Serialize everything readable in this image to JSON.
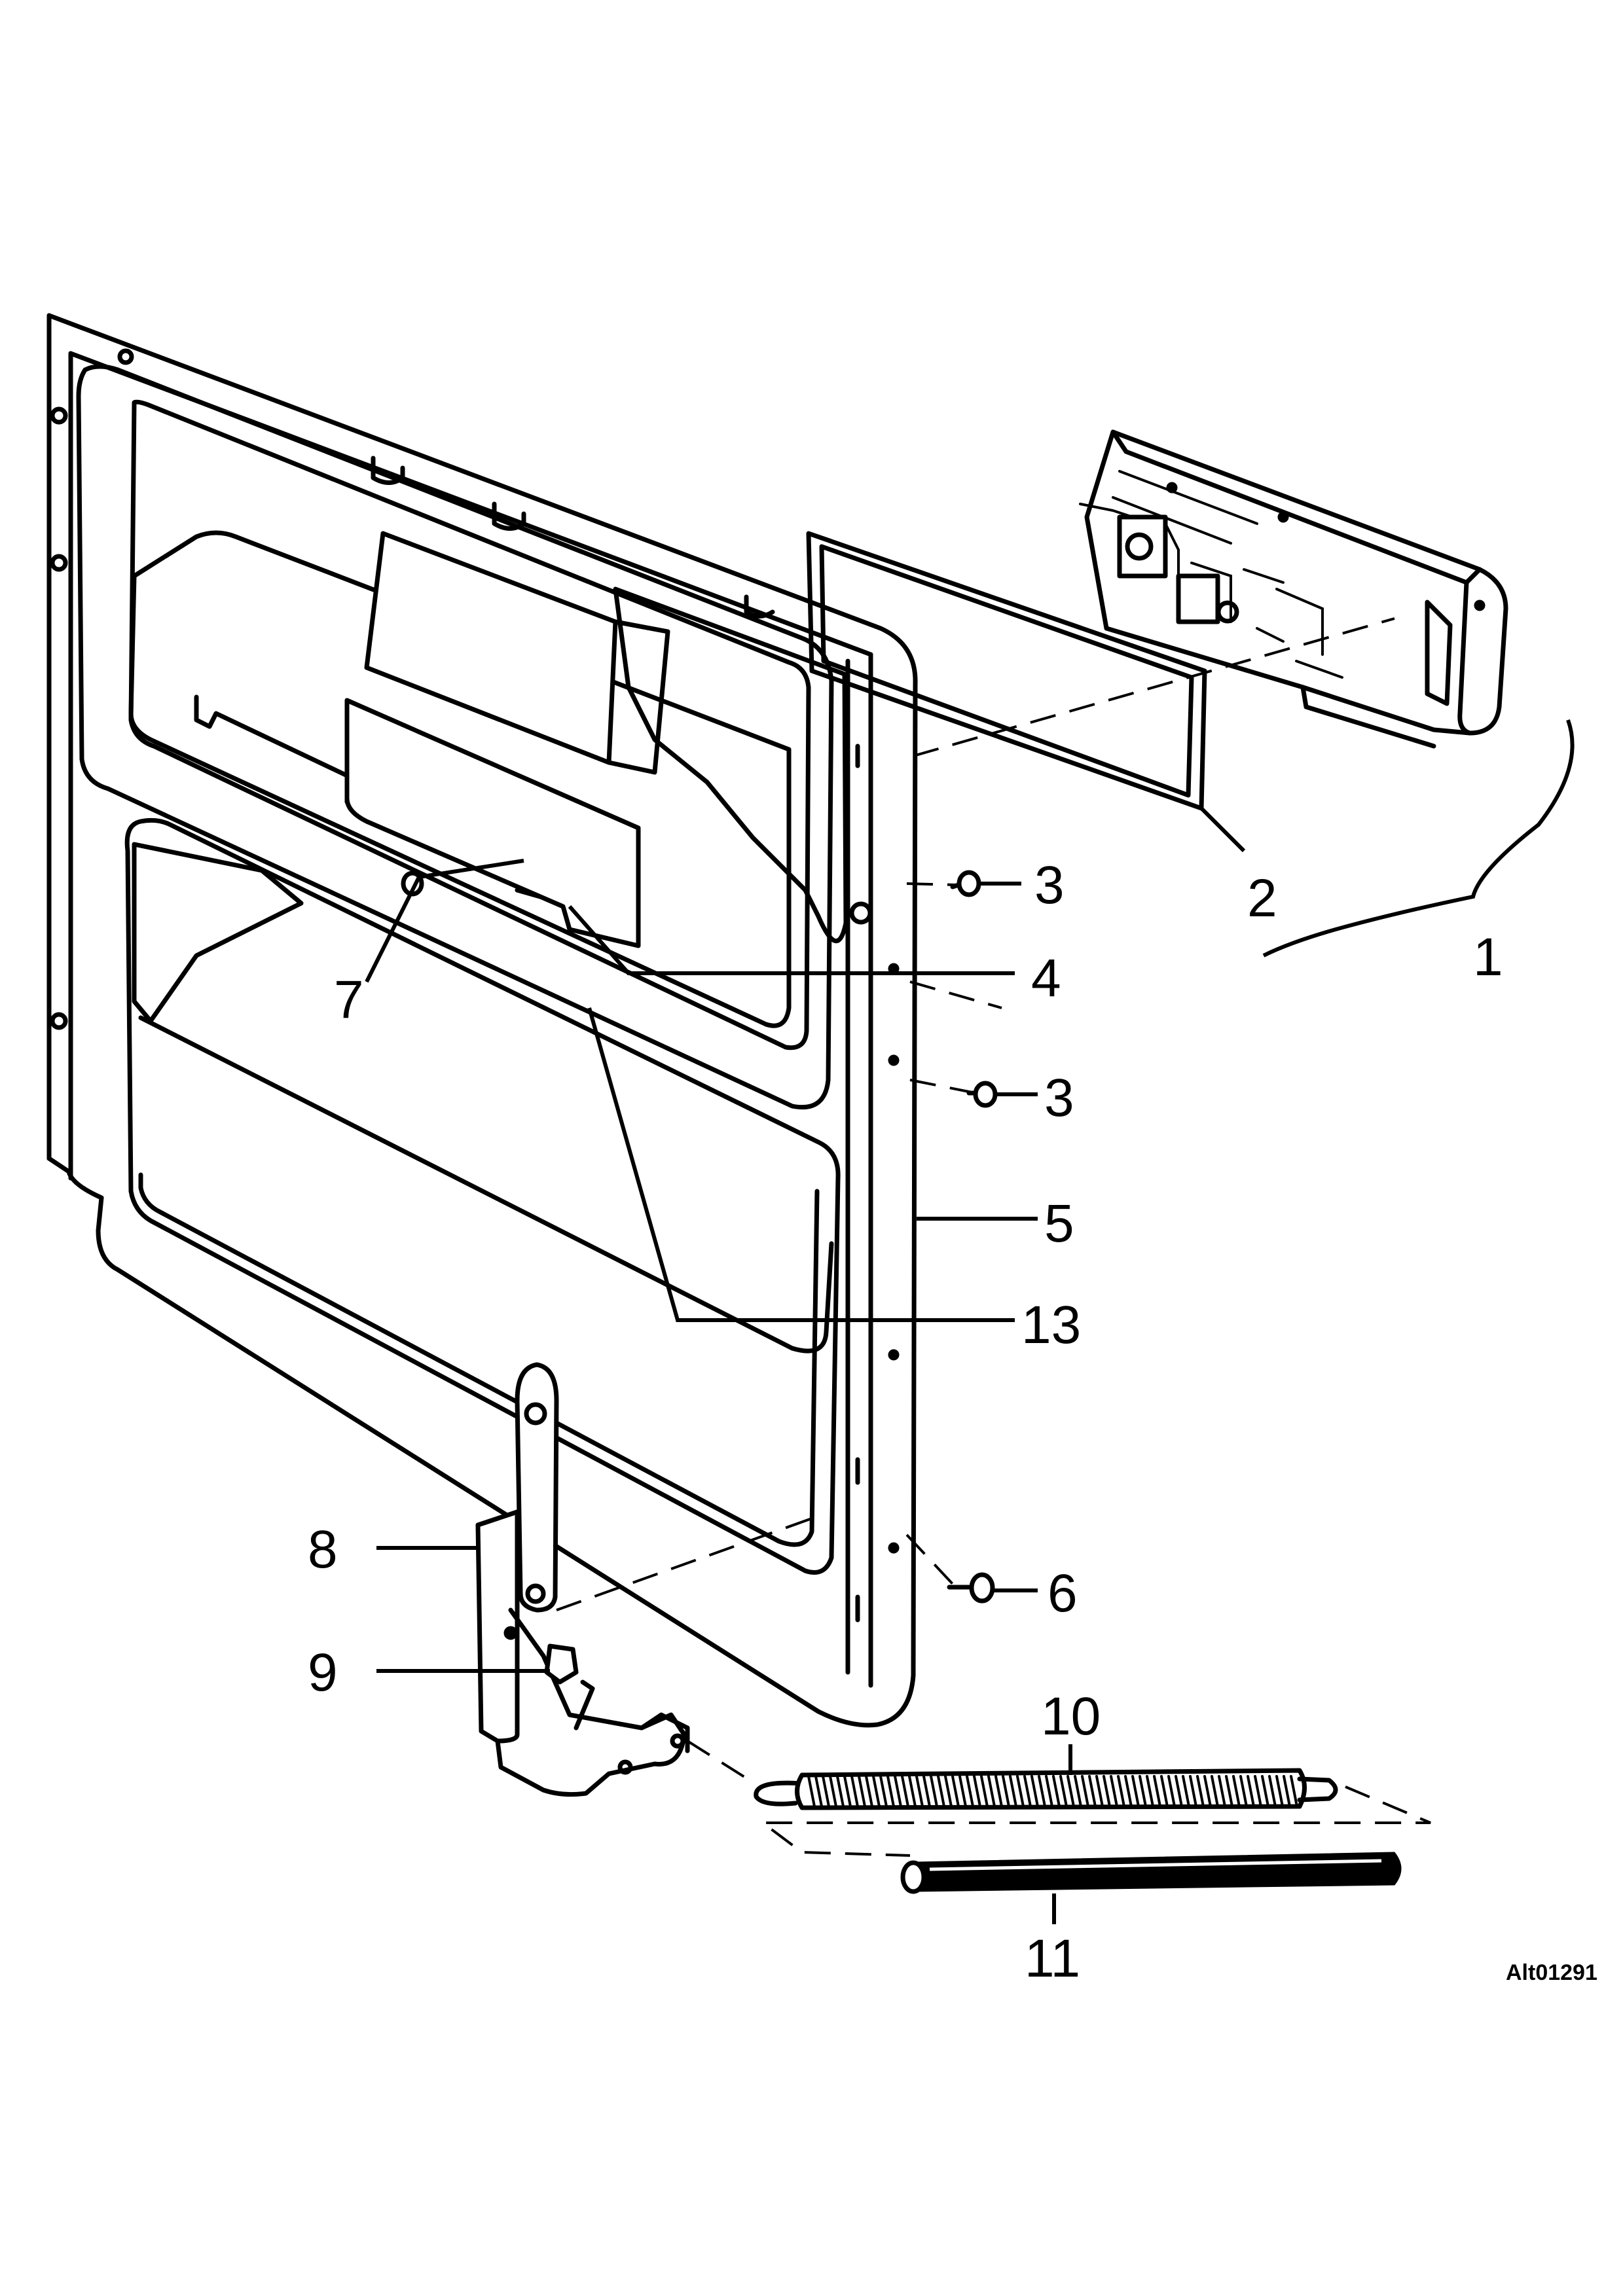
{
  "diagram": {
    "reference_code": "Alt01291",
    "callouts": {
      "c1": "1",
      "c2": "2",
      "c3a": "3",
      "c3b": "3",
      "c4": "4",
      "c5": "5",
      "c6": "6",
      "c7": "7",
      "c8": "8",
      "c9": "9",
      "c10": "10",
      "c11": "11",
      "c13": "13"
    }
  }
}
